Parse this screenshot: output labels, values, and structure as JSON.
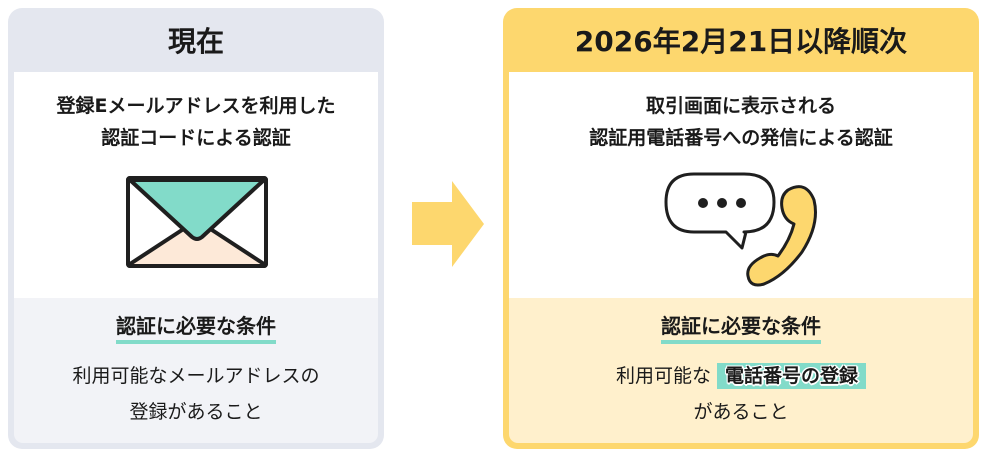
{
  "current": {
    "title": "現在",
    "method_line1": "登録Eメールアドレスを利用した",
    "method_line2": "認証コードによる認証",
    "condition_title": "認証に必要な条件",
    "condition_line1": "利用可能なメールアドレスの",
    "condition_line2": "登録があること",
    "icon": "envelope-icon"
  },
  "future": {
    "title": "2026年2月21日以降順次",
    "method_line1": "取引画面に表示される",
    "method_line2": "認証用電話番号への発信による認証",
    "condition_title": "認証に必要な条件",
    "condition_prefix": "利用可能な",
    "condition_highlight": "電話番号の登録",
    "condition_line2": "があること",
    "icon": "phone-call-icon"
  },
  "colors": {
    "gray": "#e4e7ef",
    "yellow": "#fdd76e",
    "teal": "#82dbc9",
    "peach": "#fde9d8"
  }
}
